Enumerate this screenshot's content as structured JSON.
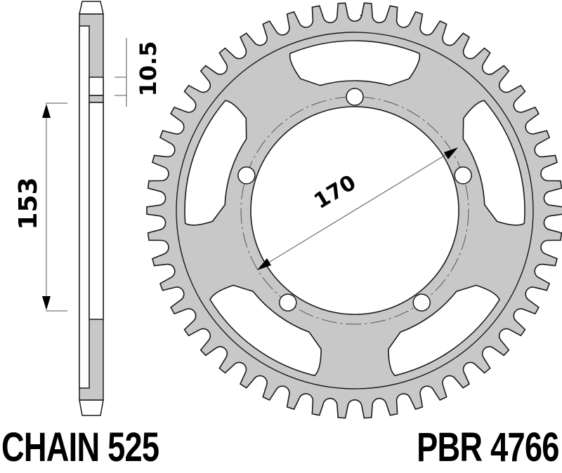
{
  "drawing": {
    "title": "Rear sprocket technical drawing",
    "colors": {
      "fill": "#c8c8c8",
      "stroke": "#1a1a1a",
      "dimension_line": "#555555",
      "background": "#ffffff"
    },
    "sprocket": {
      "teeth": 50,
      "bolt_holes": 5,
      "lightening_windows": 5
    },
    "dimensions": {
      "thickness": "10.5",
      "hub_height": "153",
      "bolt_circle_diameter": "170"
    }
  },
  "labels": {
    "chain": "CHAIN 525",
    "part_number": "PBR 4766"
  }
}
